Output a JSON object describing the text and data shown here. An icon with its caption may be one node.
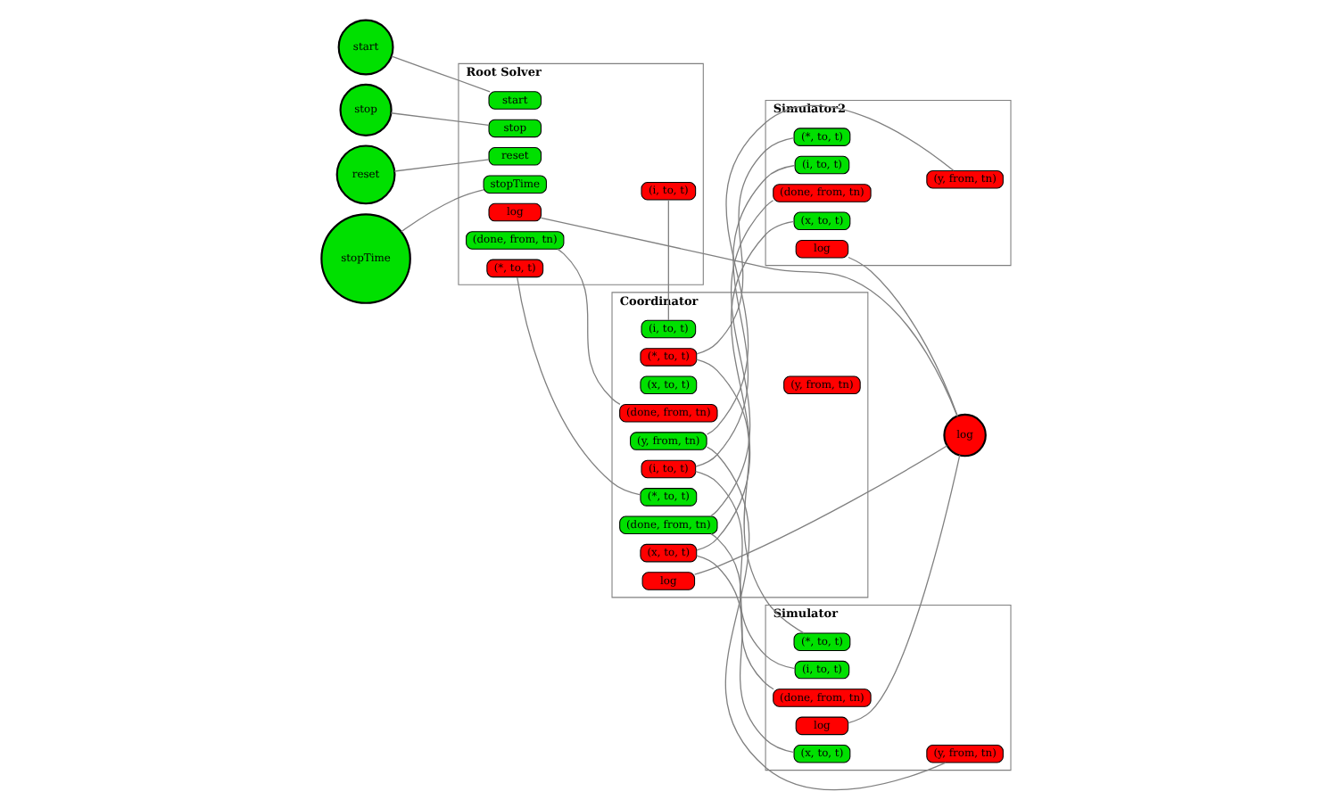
{
  "diagram": {
    "nodes": [
      {
        "text": [
          "start"
        ]
      },
      {
        "text": [
          "Root Solver"
        ]
      },
      {
        "text": [
          "stop"
        ],
        "in": 1
      },
      {
        "text": [
          "start"
        ],
        "in": 1
      },
      {
        "text": [
          "reset"
        ],
        "in": 1
      },
      {
        "text": [
          "stopTime"
        ],
        "in": 1
      },
      {
        "text": [
          "(done, from, tn)"
        ],
        "in": 1
      },
      {
        "text": [
          "(i, to, t)"
        ],
        "in": 1
      },
      {
        "text": [
          "log"
        ],
        "in": 1
      },
      {
        "text": [
          "(*, to, t)"
        ],
        "in": 1
      },
      {
        "text": [
          "stop"
        ]
      },
      {
        "text": [
          "reset"
        ]
      },
      {
        "text": [
          "stopTime"
        ]
      },
      {
        "text": [
          "Coordinator"
        ]
      },
      {
        "text": [
          "(x, to, t)"
        ],
        "in": 13
      },
      {
        "text": [
          "(y, from, tn)"
        ],
        "in": 13
      },
      {
        "text": [
          "(*, to, t)"
        ],
        "in": 13
      },
      {
        "text": [
          "(i, to, t)"
        ],
        "in": 13
      },
      {
        "text": [
          "(done, from, tn)"
        ],
        "in": 13
      },
      {
        "text": [
          "(y, from, tn)"
        ],
        "in": 13
      },
      {
        "text": [
          "(x, to, t)"
        ],
        "in": 13
      },
      {
        "text": [
          "(done, from, tn)"
        ],
        "in": 13
      },
      {
        "text": [
          "(*, to, t)"
        ],
        "in": 13
      },
      {
        "text": [
          "(i, to, t)"
        ],
        "in": 13
      },
      {
        "text": [
          "log"
        ],
        "in": 13
      },
      {
        "text": [
          "log"
        ]
      },
      {
        "text": [
          "Simulator"
        ]
      },
      {
        "text": [
          "(x, to, t)"
        ],
        "in": 26
      },
      {
        "text": [
          "(i, to, t)"
        ],
        "in": 26
      },
      {
        "text": [
          "(*, to, t)"
        ],
        "in": 26
      },
      {
        "text": [
          "(y, from, tn)"
        ],
        "in": 26
      },
      {
        "text": [
          "log"
        ],
        "in": 26
      },
      {
        "text": [
          "(done, from, tn)"
        ],
        "in": 26
      },
      {
        "text": [
          "Simulator2"
        ]
      },
      {
        "text": [
          "(x, to, t)"
        ],
        "in": 33
      },
      {
        "text": [
          "(i, to, t)"
        ],
        "in": 33
      },
      {
        "text": [
          "(*, to, t)"
        ],
        "in": 33
      },
      {
        "text": [
          "(y, from, tn)"
        ],
        "in": 33
      },
      {
        "text": [
          "log"
        ],
        "in": 33
      },
      {
        "text": [
          "(done, from, tn)"
        ],
        "in": 33
      }
    ],
    "edges": [
      {
        "from": 0,
        "to": 3,
        "arrow": "none"
      },
      {
        "from": 10,
        "to": 2,
        "arrow": "none"
      },
      {
        "from": 11,
        "to": 4,
        "arrow": "none"
      },
      {
        "from": 12,
        "to": 5,
        "arrow": "none"
      },
      {
        "from": 8,
        "to": 25,
        "arrow": "none"
      },
      {
        "from": 7,
        "to": 17,
        "arrow": "none"
      },
      {
        "from": 9,
        "to": 16,
        "arrow": "none"
      },
      {
        "from": 21,
        "to": 6,
        "arrow": "none"
      },
      {
        "from": 24,
        "to": 25,
        "arrow": "none"
      },
      {
        "from": 31,
        "to": 25,
        "arrow": "none"
      },
      {
        "from": 38,
        "to": 25,
        "arrow": "none"
      },
      {
        "from": 20,
        "to": 27,
        "arrow": "none"
      },
      {
        "from": 20,
        "to": 34,
        "arrow": "none"
      },
      {
        "from": 22,
        "to": 29,
        "arrow": "none"
      },
      {
        "from": 22,
        "to": 36,
        "arrow": "none"
      },
      {
        "from": 23,
        "to": 28,
        "arrow": "none"
      },
      {
        "from": 23,
        "to": 35,
        "arrow": "none"
      },
      {
        "from": 30,
        "to": 15,
        "arrow": "none"
      },
      {
        "from": 32,
        "to": 18,
        "arrow": "none"
      },
      {
        "from": 37,
        "to": 15,
        "arrow": "none"
      },
      {
        "from": 39,
        "to": 18,
        "arrow": "none"
      }
    ]
  }
}
